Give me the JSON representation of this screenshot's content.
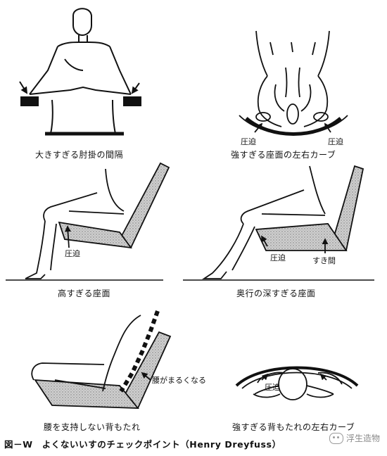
{
  "panels": [
    {
      "caption": "大きすぎる肘掛の間隔",
      "labels": []
    },
    {
      "caption": "強すぎる座面の左右カーブ",
      "labels": [
        "圧迫",
        "圧迫"
      ]
    },
    {
      "caption": "高すぎる座面",
      "labels": [
        "圧迫"
      ]
    },
    {
      "caption": "奥行の深すぎる座面",
      "labels": [
        "圧迫",
        "すき間"
      ]
    },
    {
      "caption": "腰を支持しない背もたれ",
      "labels": [
        "腰がまるくなる"
      ]
    },
    {
      "caption": "強すぎる背もたれの左右カーブ",
      "labels": [
        "圧迫"
      ]
    }
  ],
  "figure_title": "図－W　よくないいすのチェックポイント（Henry Dreyfuss）",
  "watermark": {
    "text": "浮生造物",
    "icon": "wechat-icon"
  }
}
